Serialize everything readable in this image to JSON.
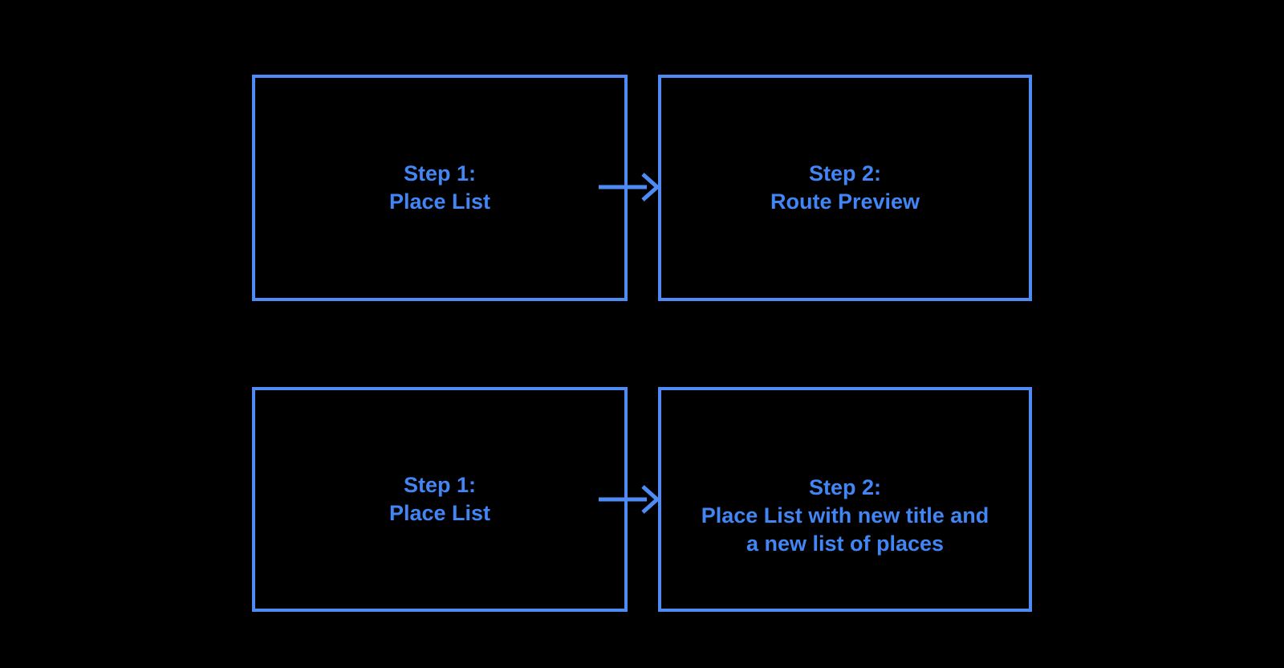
{
  "diagram": {
    "title": "",
    "background_color": "#000000",
    "box_stroke_color": "#4E8BF4",
    "label_text_color": "#4285F4",
    "arrow_color": "#4E8BF4",
    "flows": [
      {
        "name": "flow-1",
        "from": {
          "lines": [
            "Step 1:",
            "Place List"
          ]
        },
        "arrow": {
          "direction": "right",
          "style": "open-chevron"
        },
        "to": {
          "lines": [
            "Step 2:",
            "Route Preview"
          ]
        }
      },
      {
        "name": "flow-2",
        "from": {
          "lines": [
            "Step 1:",
            "Place List"
          ]
        },
        "arrow": {
          "direction": "right",
          "style": "open-chevron"
        },
        "to": {
          "lines": [
            "Step 2:",
            "Place List with new title and",
            "a new list of places"
          ]
        }
      }
    ]
  }
}
